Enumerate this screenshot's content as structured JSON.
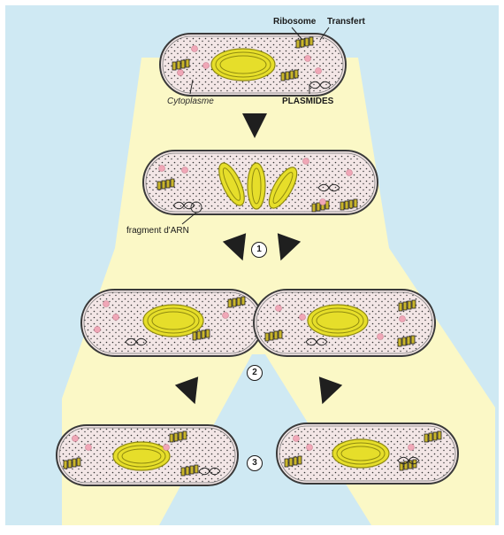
{
  "labels": {
    "ribosome": "Ribosome",
    "transfert": "Transfert",
    "cytoplasme": "Cytoplasme",
    "plasmides": "PLASMIDES",
    "fragment_arn": "fragment d'ARN"
  },
  "steps": [
    "1",
    "2",
    "3"
  ],
  "colors": {
    "background": "#cfe9f3",
    "band": "#fbf8c6",
    "cell_fill": "#f3e6e6",
    "cell_border": "#3a3a3a",
    "genome": "#e6de2a",
    "genome_dark": "#8f8a10",
    "ribosome": "#c9b52b",
    "pink_dot": "#f0a7b7",
    "arrow": "#1f1f1f"
  }
}
